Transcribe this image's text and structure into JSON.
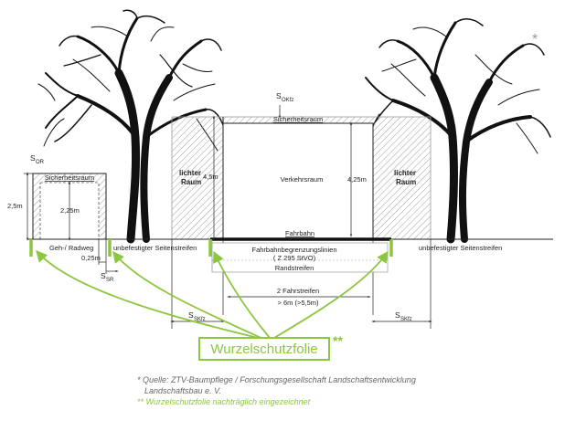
{
  "labels": {
    "star": "*",
    "s_okfz": "S",
    "s_okfz_sub": "OKfz",
    "sicherheitsraum_main": "Sicherheitsraum",
    "s_or": "S",
    "s_or_sub": "OR",
    "sicherheitsraum_left": "Sicherheitsraum",
    "h_2_5": "2,5m",
    "h_2_25": "2,25m",
    "lichter_raum_left": [
      "lichter",
      "Raum"
    ],
    "lichter_raum_right": [
      "lichter",
      "Raum"
    ],
    "h_4_5": "4,5m",
    "h_4_25": "4,25m",
    "verkehrsraum": "Verkehrsraum",
    "fahrbahn": "Fahrbahn",
    "geh_radweg": "Geh-/ Radweg",
    "unbefestigter_left": "unbefestigter Seitenstreifen",
    "unbefestigter_right": "unbefestigter Seitenstreifen",
    "fahrbahnbegrenzung_1": "Fahrbahnbegrenzungslinien",
    "fahrbahnbegrenzung_2": "( Z 295 StVO)",
    "randstreifen": "Randstreifen",
    "d_0_25": "0,25m",
    "s_sr": "S",
    "s_sr_sub": "SR",
    "fahrstreifen_1": "2 Fahrstreifen",
    "fahrstreifen_2": "> 6m (>5,5m)",
    "s_skfz_left": "S",
    "s_skfz_left_sub": "SKfz",
    "s_skfz_right": "S",
    "s_skfz_right_sub": "SKfz",
    "wurzelschutzfolie": "Wurzelschutzfolie",
    "double_star": "**"
  },
  "footnotes": {
    "line1": "* Quelle: ZTV-Baumpflege / Forschungsgesellschaft Landschaftsentwicklung",
    "line2": "Landschaftsbau e. V.",
    "line3": "** Wurzelschutzfolie nachträglich eingezeichnet"
  },
  "colors": {
    "accent_green": "#8dc63f",
    "line": "#222222",
    "hatch": "#9a9a9a"
  },
  "icons": [
    "tree-left-icon",
    "tree-right-icon"
  ]
}
